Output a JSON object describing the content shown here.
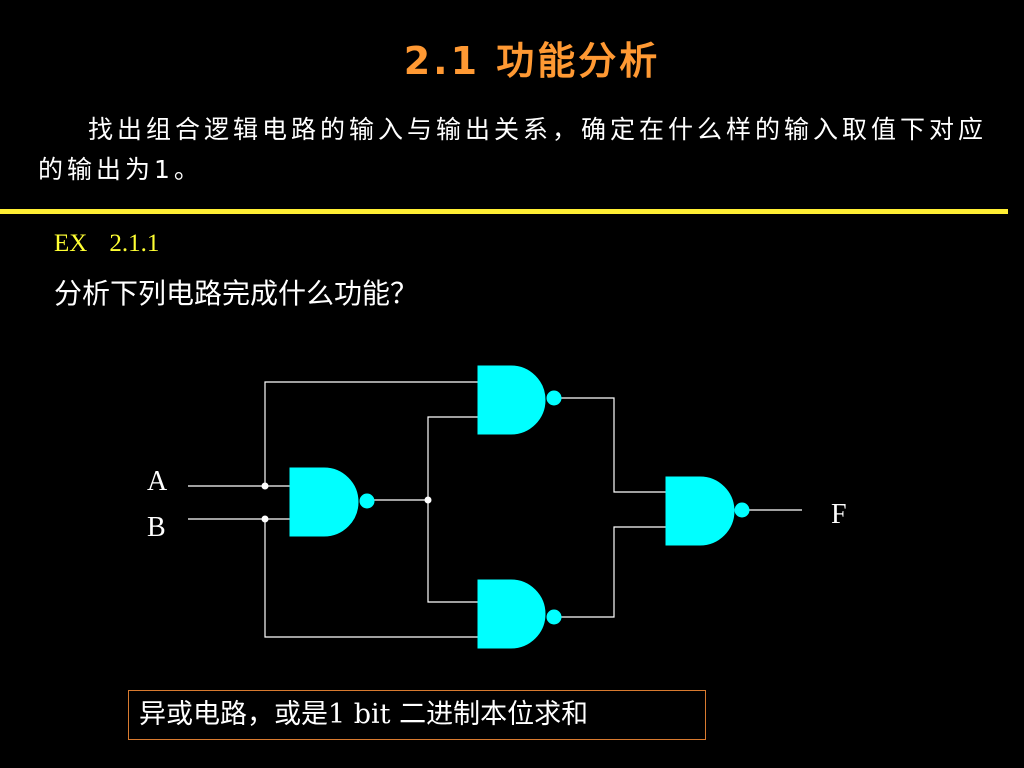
{
  "slide": {
    "title": "2.1 功能分析",
    "intro": "找出组合逻辑电路的输入与输出关系，确定在什么样的输入取值下对应的输出为1。",
    "example_label": "EX",
    "example_number": "2.1.1",
    "question": "分析下列电路完成什么功能？",
    "answer": "异或电路，或是1 bit 二进制本位求和"
  },
  "circuit": {
    "inputs": [
      "A",
      "B"
    ],
    "output": "F",
    "gate_type": "NAND",
    "gate_count": 4
  },
  "colors": {
    "background": "#000000",
    "title": "#FF9933",
    "rule": "#FFEE33",
    "example_label": "#FFFF33",
    "gate_fill": "#00FFFF",
    "wire": "#FFFFFF",
    "answer_border": "#D87A2F"
  }
}
